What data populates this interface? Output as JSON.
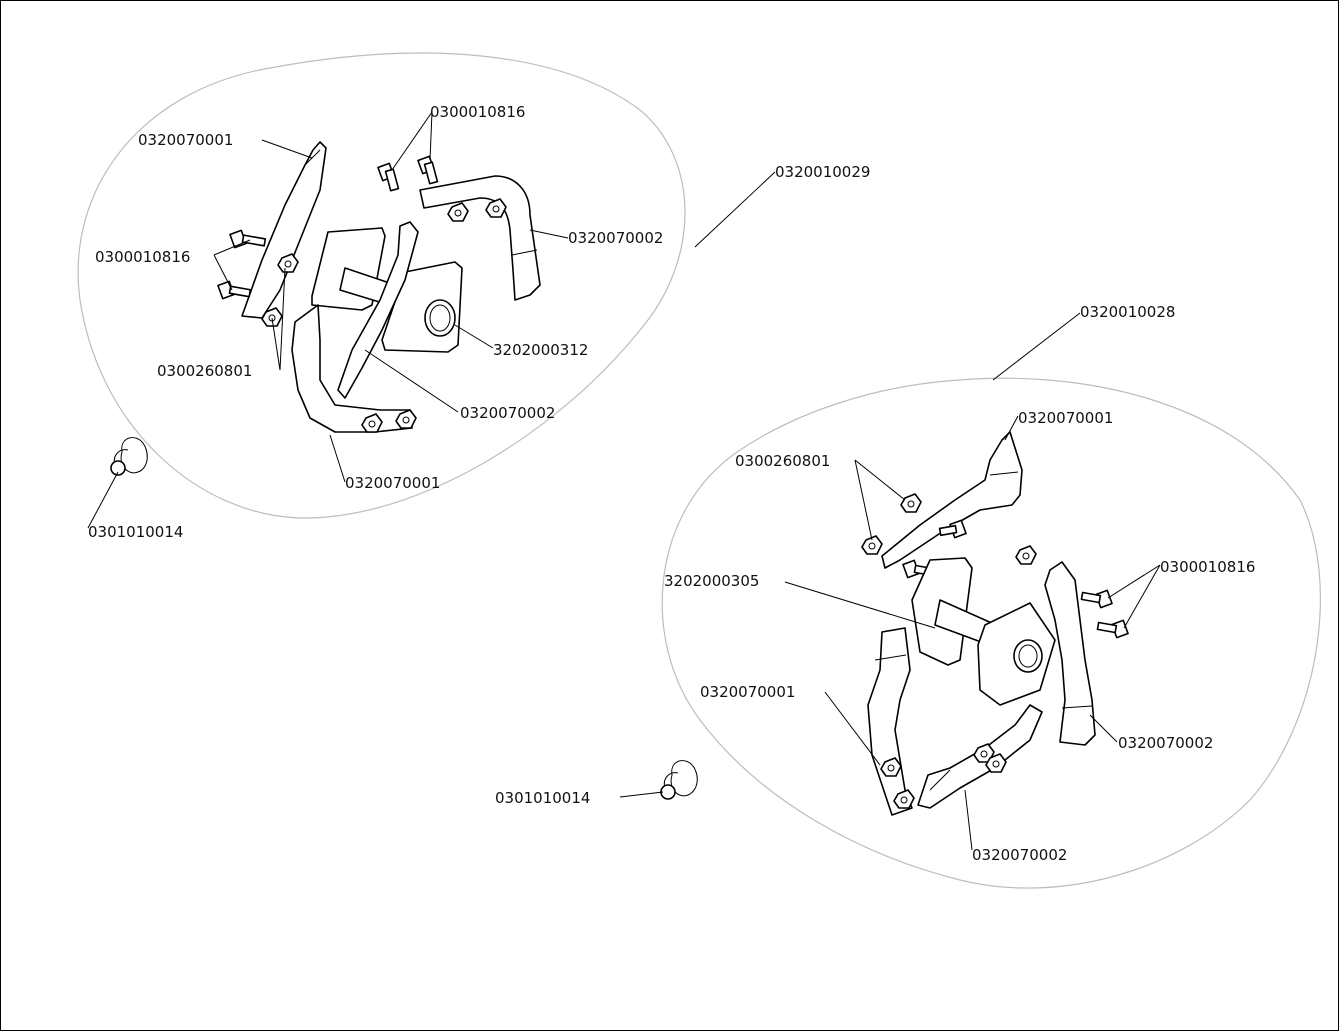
{
  "diagram": {
    "assemblies": [
      {
        "id": "assembly-left",
        "part_number": "0320010029"
      },
      {
        "id": "assembly-right",
        "part_number": "0320010028"
      }
    ],
    "labels": {
      "l_0320070001_a": "0320070001",
      "l_0300010816_a": "0300010816",
      "l_0320010029": "0320010029",
      "l_0320070002_a": "0320070002",
      "l_0300010816_b": "0300010816",
      "l_3202000312": "3202000312",
      "l_0300260801_a": "0300260801",
      "l_0320070002_b": "0320070002",
      "l_0320070001_b": "0320070001",
      "l_0301010014_a": "0301010014",
      "l_0320010028": "0320010028",
      "l_0320070001_c": "0320070001",
      "l_0300260801_b": "0300260801",
      "l_3202000305": "3202000305",
      "l_0300010816_c": "0300010816",
      "l_0320070001_d": "0320070001",
      "l_0320070002_c": "0320070002",
      "l_0301010014_b": "0301010014",
      "l_0320070002_d": "0320070002"
    }
  }
}
